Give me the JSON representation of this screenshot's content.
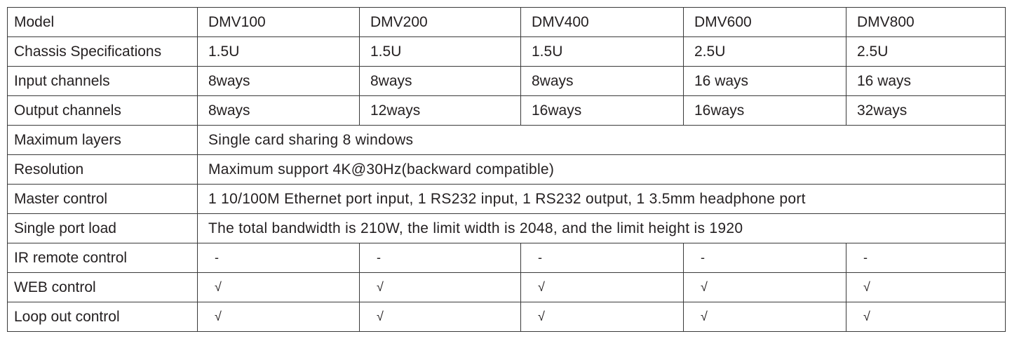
{
  "table": {
    "header": {
      "label": "Model",
      "models": [
        "DMV100",
        "DMV200",
        "DMV400",
        "DMV600",
        "DMV800"
      ]
    },
    "per_model_rows": [
      {
        "label": "Chassis Specifications",
        "values": [
          "1.5U",
          "1.5U",
          "1.5U",
          "2.5U",
          "2.5U"
        ]
      },
      {
        "label": "Input channels",
        "values": [
          "8ways",
          "8ways",
          "8ways",
          "16 ways",
          "16 ways"
        ]
      },
      {
        "label": "Output channels",
        "values": [
          "8ways",
          "12ways",
          "16ways",
          "16ways",
          "32ways"
        ]
      }
    ],
    "shared_rows": [
      {
        "label": "Maximum  layers",
        "value": "Single card sharing 8 windows"
      },
      {
        "label": "Resolution",
        "value": "Maximum support 4K@30Hz(backward compatible)"
      },
      {
        "label": "Master control",
        "value": "1 10/100M Ethernet port input, 1 RS232 input, 1 RS232 output, 1 3.5mm headphone port"
      },
      {
        "label": "Single port load",
        "value": "The total bandwidth is 210W, the limit width is 2048, and the limit height is 1920"
      }
    ],
    "feature_rows": [
      {
        "label": "IR remote control",
        "values": [
          "-",
          "-",
          "-",
          "-",
          "-"
        ]
      },
      {
        "label": "WEB control",
        "values": [
          "√",
          "√",
          "√",
          "√",
          "√"
        ]
      },
      {
        "label": "Loop out control",
        "values": [
          "√",
          "√",
          "√",
          "√",
          "√"
        ]
      }
    ]
  }
}
